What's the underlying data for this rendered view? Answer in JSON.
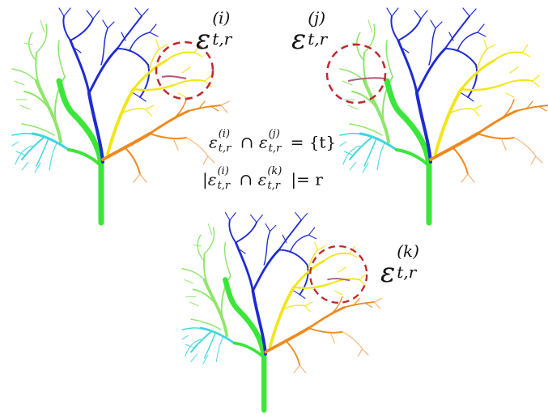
{
  "colors": {
    "trunk": "#3be63b",
    "light_green": "#8ee66a",
    "cyan": "#3fd6e0",
    "blue": "#1e2bd2",
    "yellow": "#f2e619",
    "orange": "#ee8a1e",
    "light_orange": "#f4b274",
    "circle": "#c0282c",
    "highlight_branch": "#b4577a"
  },
  "labels": {
    "eps_i": {
      "base": "ε",
      "sup": "(i)",
      "sub": "t,r"
    },
    "eps_j": {
      "base": "ε",
      "sup": "(j)",
      "sub": "t,r"
    },
    "eps_k": {
      "base": "ε",
      "sup": "(k)",
      "sub": "t,r"
    }
  },
  "equations": {
    "eq1": {
      "left_sup": "(i)",
      "left_sub": "t,r",
      "op": "∩",
      "right_sup": "(j)",
      "right_sub": "t,r",
      "rhs": "= {t}"
    },
    "eq2": {
      "open": "|",
      "left_sup": "(i)",
      "left_sub": "t,r",
      "op": "∩",
      "right_sup": "(k)",
      "right_sub": "t,r",
      "close": "|",
      "rhs": "= r"
    }
  },
  "trees": [
    {
      "id": "tree-top-left",
      "highlight_side": "right"
    },
    {
      "id": "tree-top-right",
      "highlight_side": "left"
    },
    {
      "id": "tree-bottom",
      "highlight_side": "right"
    }
  ]
}
